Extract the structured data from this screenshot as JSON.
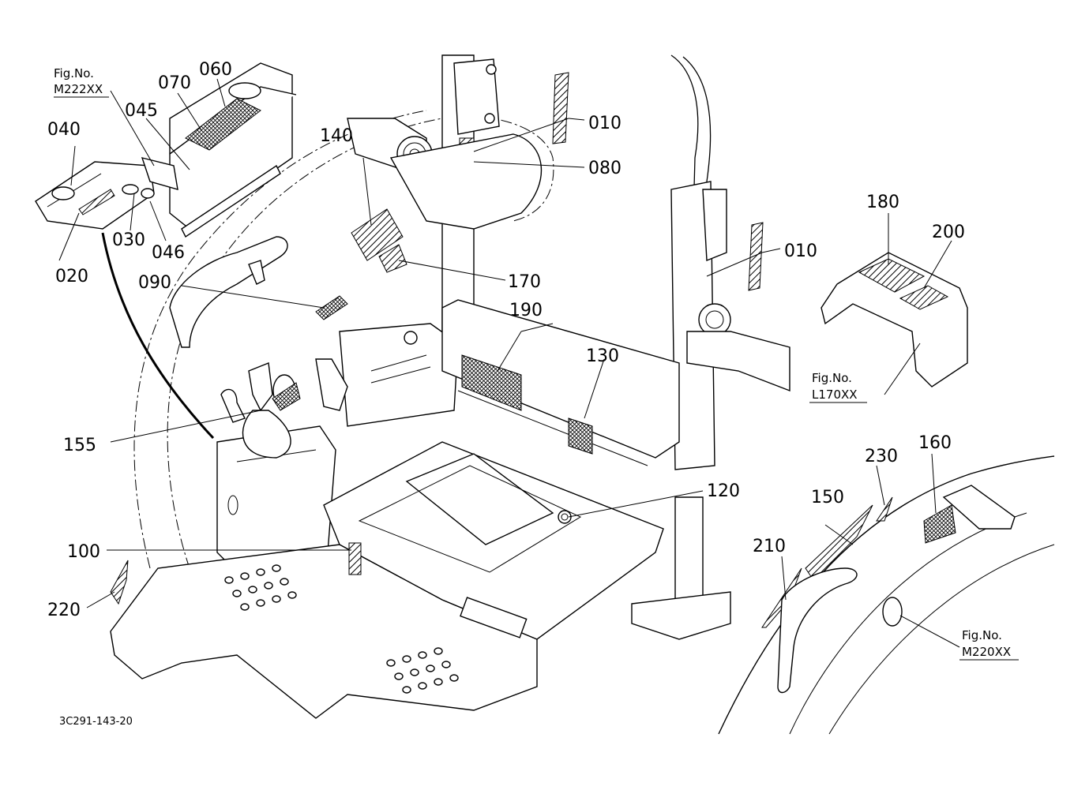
{
  "diagram": {
    "drawing_code": "3C291-143-20",
    "part_labels": {
      "p010a": "010",
      "p010b": "010",
      "p020": "020",
      "p030": "030",
      "p040": "040",
      "p045": "045",
      "p046": "046",
      "p060": "060",
      "p070": "070",
      "p080": "080",
      "p090": "090",
      "p100": "100",
      "p120": "120",
      "p130": "130",
      "p140": "140",
      "p150": "150",
      "p155": "155",
      "p160": "160",
      "p170": "170",
      "p180": "180",
      "p190": "190",
      "p200": "200",
      "p210": "210",
      "p220": "220",
      "p230": "230"
    },
    "figure_refs": {
      "m222": {
        "title": "Fig.No.",
        "code": "M222XX"
      },
      "l170": {
        "title": "Fig.No.",
        "code": "L170XX"
      },
      "m220": {
        "title": "Fig.No.",
        "code": "M220XX"
      }
    }
  }
}
